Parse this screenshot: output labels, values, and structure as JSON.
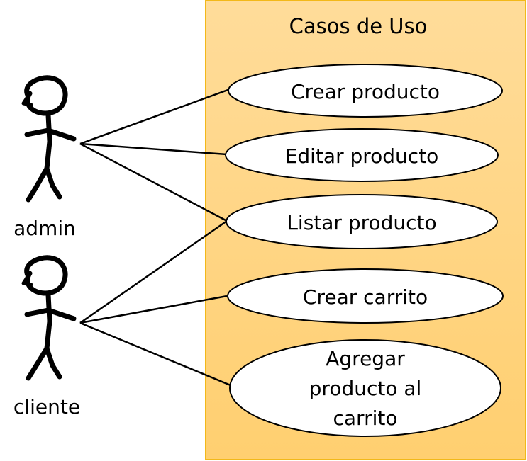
{
  "system": {
    "title": "Casos de Uso"
  },
  "actors": [
    {
      "name": "admin"
    },
    {
      "name": "cliente"
    }
  ],
  "use_cases": [
    {
      "lines": [
        "Crear producto"
      ]
    },
    {
      "lines": [
        "Editar producto"
      ]
    },
    {
      "lines": [
        "Listar producto"
      ]
    },
    {
      "lines": [
        "Crear carrito"
      ]
    },
    {
      "lines": [
        "Agregar",
        "producto al",
        "carrito"
      ]
    }
  ],
  "colors": {
    "boundary_fill_top": "#ffdc9a",
    "boundary_fill_bottom": "#ffcf70",
    "boundary_stroke": "#f2b81a",
    "ellipse_fill": "#ffffff",
    "line": "#000000"
  }
}
